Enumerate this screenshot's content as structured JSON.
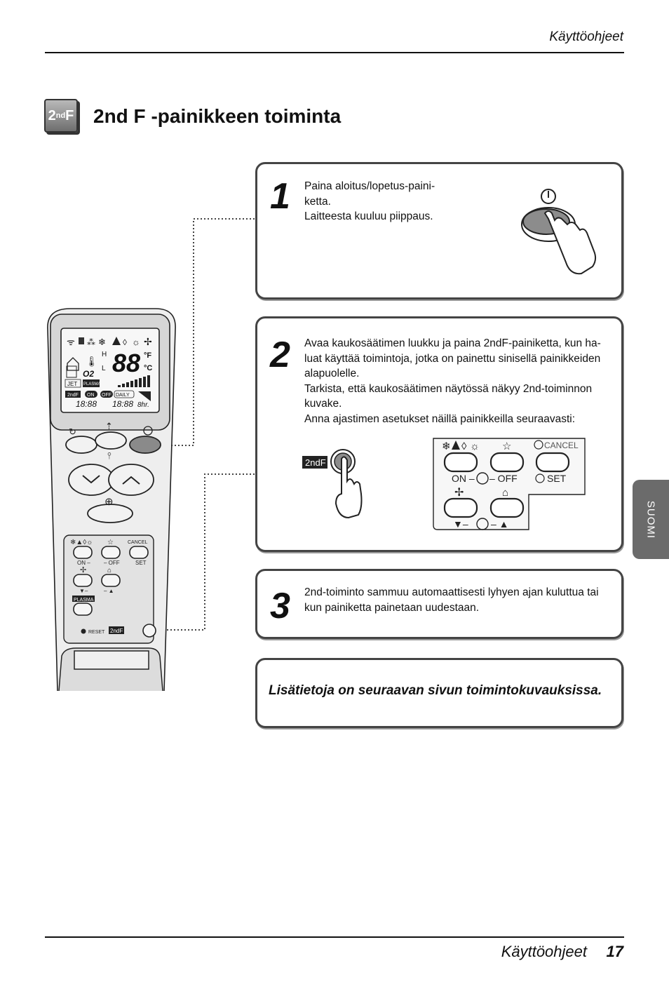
{
  "header": {
    "title": "Käyttöohjeet"
  },
  "section": {
    "badge_main": "2",
    "badge_sup": "nd",
    "badge_end": "F",
    "title": "2nd F -painikkeen toiminta"
  },
  "steps": [
    {
      "number": "1",
      "lines": [
        "Paina aloitus/lopetus-paini-",
        "ketta.",
        "Laitteesta kuuluu piippaus."
      ]
    },
    {
      "number": "2",
      "lines": [
        "Avaa kaukosäätimen luukku ja paina 2ndF-painiketta, kun ha-",
        "luat käyttää toimintoja, jotka on painettu sinisellä painikkeiden",
        "alapuolelle.",
        "Tarkista, että kaukosäätimen näytössä näkyy 2nd-toiminnon",
        "kuvake.",
        "Anna ajastimen asetukset näillä painikkeilla seuraavasti:"
      ]
    },
    {
      "number": "3",
      "lines": [
        "2nd-toiminto sammuu automaattisesti lyhyen ajan kuluttua tai",
        "kun painiketta painetaan uudestaan."
      ]
    }
  ],
  "note": "Lisätietoja on seuraavan sivun toimintokuvauksissa.",
  "side_tab": "SUOMI",
  "footer": {
    "title": "Käyttöohjeet",
    "page": "17"
  },
  "panel_labels": {
    "cancel": "CANCEL",
    "on": "ON –",
    "off": "– OFF",
    "set": "SET",
    "down": "▼–",
    "up": "– ▲",
    "second_f": "2ndF"
  },
  "remote_labels": {
    "cancel": "CANCEL",
    "on": "ON –",
    "off": "– OFF",
    "set": "SET",
    "down": "▼–",
    "up": "– ▲",
    "plasma": "PLASMA",
    "reset": "RESET",
    "second_f": "2ndF",
    "jet": "JET",
    "lcd_plasma": "PLASMA",
    "lcd_2ndf": "2ndF",
    "lcd_on": "ON",
    "lcd_off": "OFF",
    "lcd_daily": "DAILY",
    "lcd_digits": "88",
    "lcd_time1": "18:88",
    "lcd_time2": "18:88",
    "lcd_hr": "8hr.",
    "lcd_f": "°F",
    "lcd_c": "°C",
    "lcd_h": "H",
    "lcd_l": "L",
    "lcd_o2": "O2"
  },
  "icons": [
    "power-icon",
    "snowflake-icon",
    "drop-icon",
    "sun-icon",
    "fan-icon",
    "star-icon",
    "house-icon",
    "timer-icon",
    "hand-icon"
  ]
}
